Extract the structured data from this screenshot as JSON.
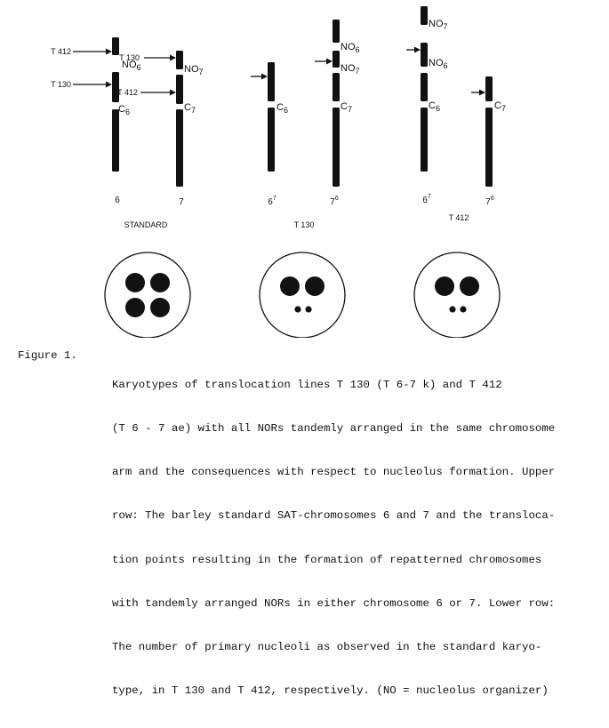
{
  "figure": {
    "groups": [
      {
        "name": "STANDARD",
        "chromosomes": [
          {
            "id": "6",
            "label": "6",
            "label_sup": "",
            "nor": "NO",
            "nor_sub": "6",
            "cent": "C",
            "cent_sub": "6",
            "points": [
              "T 412",
              "T 130"
            ]
          },
          {
            "id": "7",
            "label": "7",
            "label_sup": "",
            "nor": "NO",
            "nor_sub": "7",
            "cent": "C",
            "cent_sub": "7",
            "points": [
              "T 130",
              "T 412"
            ]
          }
        ]
      },
      {
        "name": "T 130",
        "chromosomes": [
          {
            "id": "6-7",
            "label": "6",
            "label_sup": "7",
            "cent": "C",
            "cent_sub": "6"
          },
          {
            "id": "7-6",
            "label": "7",
            "label_sup": "6",
            "nor_top": "NO",
            "nor_top_sub": "6",
            "nor": "NO",
            "nor_sub": "7",
            "cent": "C",
            "cent_sub": "7"
          }
        ]
      },
      {
        "name": "T 412",
        "chromosomes": [
          {
            "id": "6-7",
            "label": "6",
            "label_sup": "7",
            "nor_top": "NO",
            "nor_top_sub": "7",
            "nor": "NO",
            "nor_sub": "6",
            "cent": "C",
            "cent_sub": "6"
          },
          {
            "id": "7-6",
            "label": "7",
            "label_sup": "6",
            "cent": "C",
            "cent_sub": "7"
          }
        ]
      }
    ],
    "nucleoli": [
      {
        "group": "STANDARD",
        "large": 4,
        "small": 0
      },
      {
        "group": "T 130",
        "large": 2,
        "small": 2
      },
      {
        "group": "T 412",
        "large": 2,
        "small": 2
      }
    ]
  },
  "caption": {
    "lead": "Figure 1.",
    "lines": [
      "Karyotypes of translocation lines T 130 (T 6-7 k) and T 412",
      "(T 6 - 7 ae) with all NORs tandemly arranged in the same chromosome",
      "arm and the consequences with respect to nucleolus formation. Upper",
      "row: The barley standard SAT-chromosomes 6 and 7 and the transloca-",
      "tion points resulting in the formation of repatterned chromosomes",
      "with tandemly arranged NORs in either chromosome 6 or 7. Lower row:",
      "The number of primary nucleoli as observed in the standard karyo-",
      "type, in T 130 and T 412, respectively. (NO = nucleolus organizer)"
    ]
  }
}
